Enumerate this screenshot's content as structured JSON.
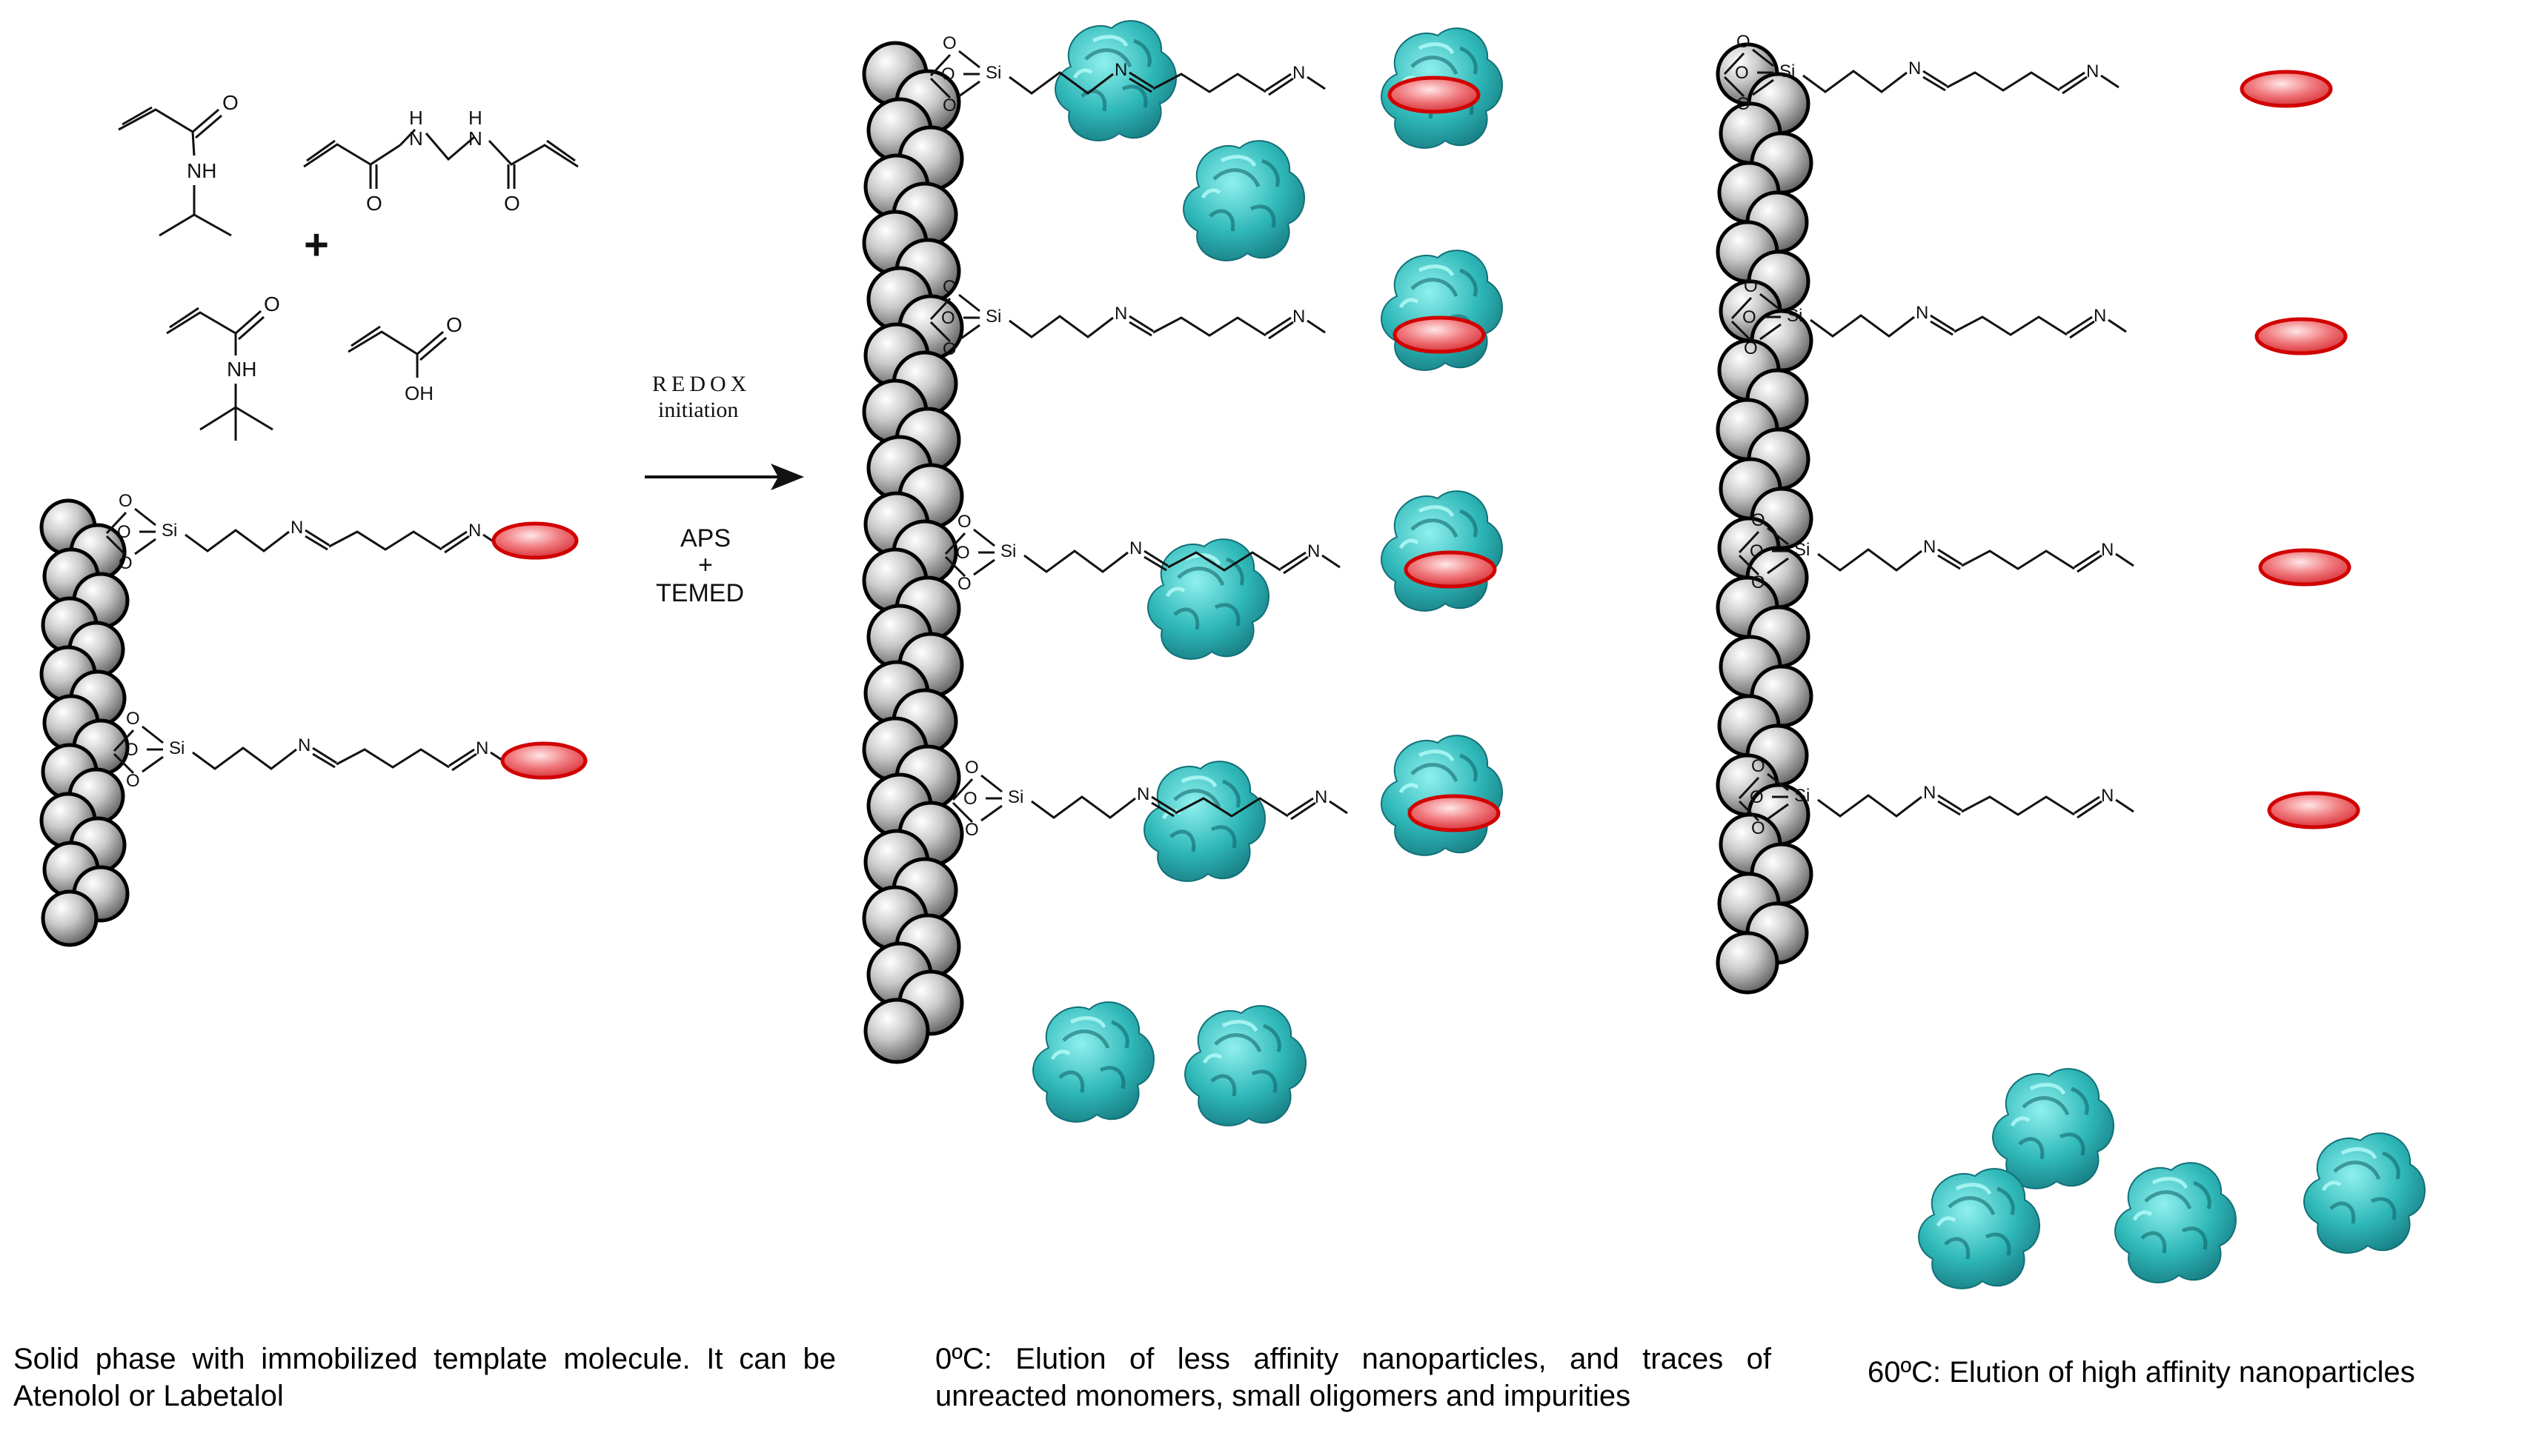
{
  "labels": {
    "plus": "+",
    "redox_line1": "REDOX",
    "redox_line2": "initiation",
    "reagent_line1": "APS",
    "reagent_line2": "+",
    "reagent_line3": "TEMED"
  },
  "atoms": {
    "oxygen": "O",
    "nitrogen": "N",
    "silicon": "Si",
    "nh": "NH",
    "h": "H",
    "oh": "OH"
  },
  "captions": {
    "solid_phase": "Solid phase with immobilized template molecule. It can be Atenolol or Labetalol",
    "elution_0c": "0ºC: Elution of less affinity nanoparticles, and traces of unreacted monomers, small oligomers and impurities",
    "elution_60c": "60ºC: Elution of high affinity nanoparticles"
  },
  "colors": {
    "bead_fill": "#b5b5b5",
    "template_fill": "#e8555a",
    "template_stroke": "#d10000",
    "nanoparticle": "#2fb8b8",
    "nanoparticle_dark": "#167f86"
  }
}
